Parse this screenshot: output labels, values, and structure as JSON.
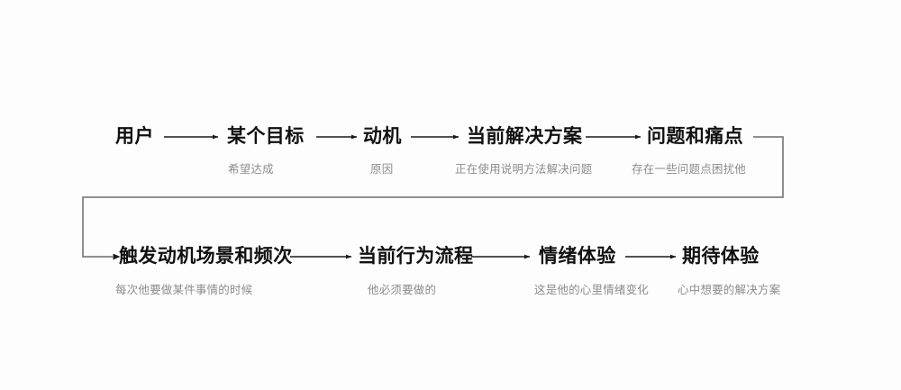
{
  "canvas": {
    "background_color": "#fdfdfd",
    "line_color": "#1a1a1a",
    "wrap_line_color": "#6b6b6b",
    "label_color": "#111111",
    "caption_color": "#8c8c8c"
  },
  "flow": {
    "rows": [
      {
        "row_id": "row-1",
        "nodes": [
          {
            "label": "用户",
            "caption": ""
          },
          {
            "label": "某个目标",
            "caption": "希望达成"
          },
          {
            "label": "动机",
            "caption": "原因"
          },
          {
            "label": "当前解决方案",
            "caption": "正在使用说明方法解决问题"
          },
          {
            "label": "问题和痛点",
            "caption": "存在一些问题点困扰他"
          }
        ]
      },
      {
        "row_id": "row-2",
        "nodes": [
          {
            "label": "触发动机场景和频次",
            "caption": "每次他要做某件事情的时候"
          },
          {
            "label": "当前行为流程",
            "caption": "他必须要做的"
          },
          {
            "label": "情绪体验",
            "caption": "这是他的心里情绪变化"
          },
          {
            "label": "期待体验",
            "caption": "心中想要的解决方案"
          }
        ]
      }
    ],
    "icons": {
      "arrow": "arrow-right-icon",
      "wrap": "wrap-connector-icon"
    }
  }
}
